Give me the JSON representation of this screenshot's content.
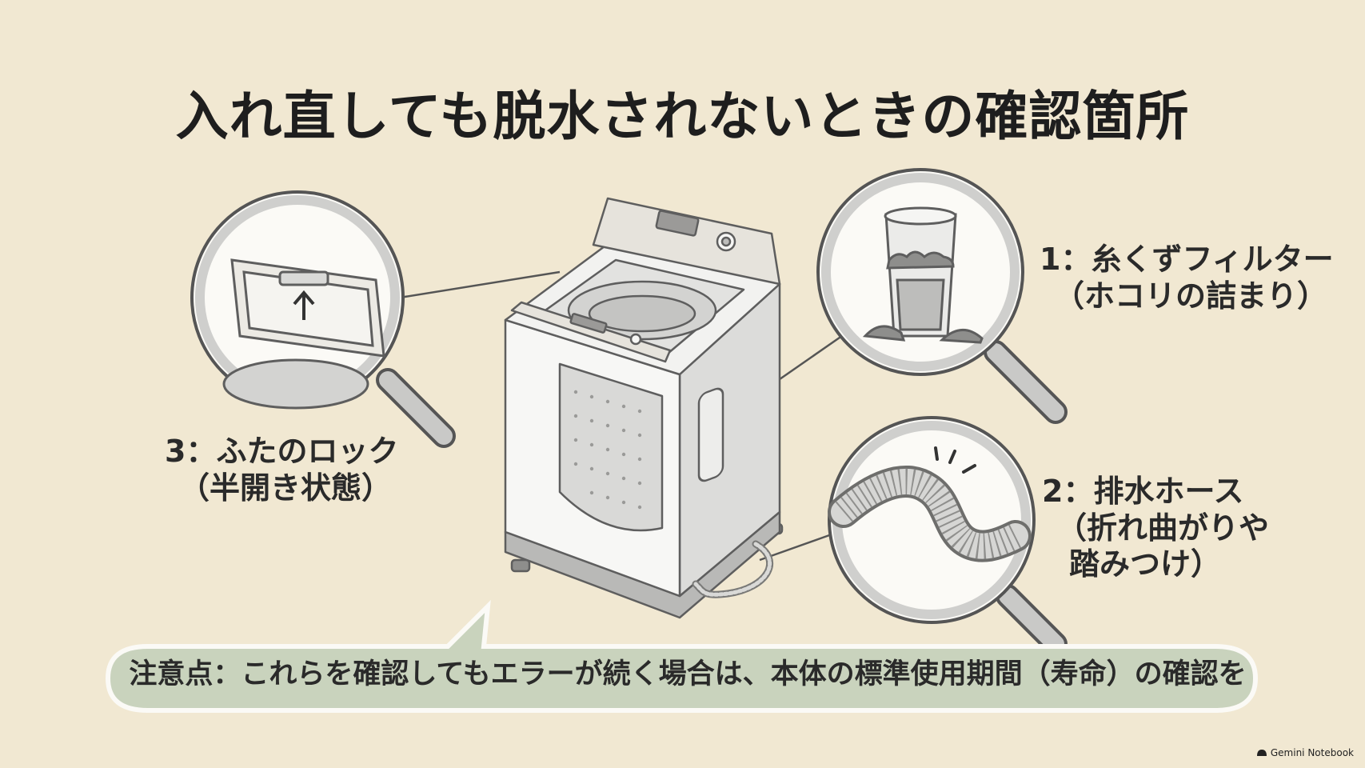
{
  "title": "入れ直しても脱水されないときの確認箇所",
  "callouts": {
    "filter": {
      "line1": "1：糸くずフィルター",
      "line2": "（ホコリの詰まり）"
    },
    "hose": {
      "line1": "2：排水ホース",
      "line2": "（折れ曲がりや",
      "line3": "踏みつけ）"
    },
    "lid": {
      "line1": "3：ふたのロック",
      "line2": "（半開き状態）"
    }
  },
  "note": "注意点：これらを確認してもエラーが続く場合は、本体の標準使用期間（寿命）の確認を",
  "brand": "Gemini Notebook",
  "colors": {
    "background": "#f1e8d2",
    "note_bubble": "#c9d3bd",
    "lens_fill": "#fbfaf6",
    "outline": "#5e5e5e",
    "machine_base": "#b9b9b7"
  }
}
